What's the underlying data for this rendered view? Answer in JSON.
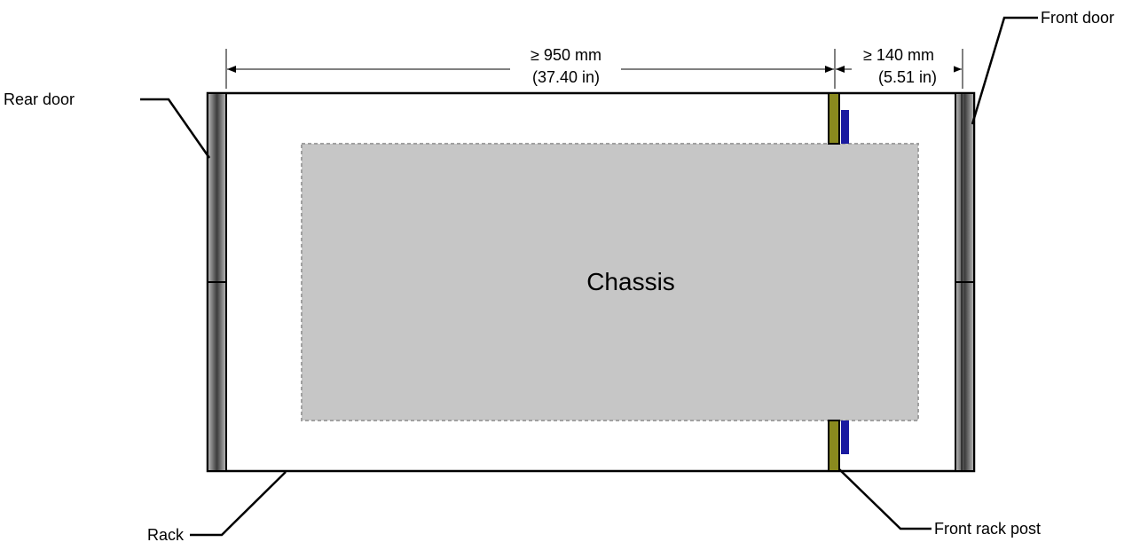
{
  "labels": {
    "rear_door": "Rear door",
    "front_door": "Front door",
    "rack": "Rack",
    "front_rack_post": "Front rack post",
    "chassis": "Chassis"
  },
  "dimensions": {
    "depth_main_mm": "≥ 950 mm",
    "depth_main_in": "(37.40 in)",
    "depth_front_mm": "≥ 140 mm",
    "depth_front_in": "(5.51 in)"
  },
  "colors": {
    "chassis_fill": "#c6c6c6",
    "chassis_border": "#a0a0a0",
    "rack_post": "#8a8a1e",
    "bracket": "#1a1aa0",
    "door_gradient_dark": "#3c3c3c",
    "door_gradient_light": "#bdbdbd"
  }
}
